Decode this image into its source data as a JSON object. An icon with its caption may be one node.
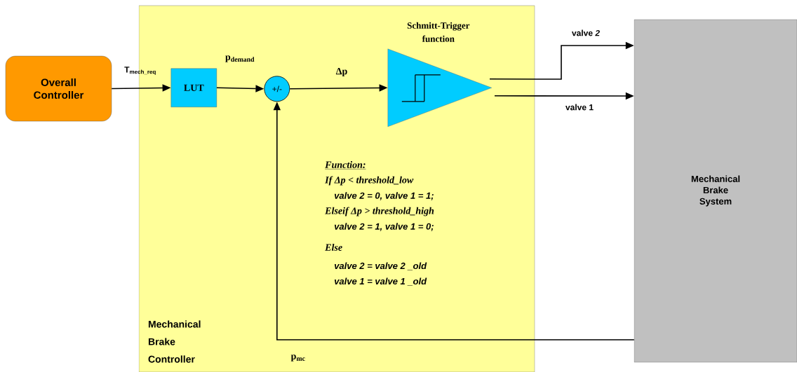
{
  "diagram": {
    "nodes": [
      {
        "text": [
          "Overall Controller"
        ]
      },
      {
        "text": [
          "Mechanical Brake Controller"
        ]
      },
      {
        "text": [
          "LUT"
        ],
        "in": 1
      },
      {
        "text": [
          "+/-"
        ],
        "in": 1
      },
      {
        "text": [
          "Schmitt-Trigger function"
        ],
        "in": 1
      },
      {
        "text": [
          "Mechanical Brake System"
        ]
      }
    ],
    "edges": [
      {
        "from": 0,
        "to": 2,
        "arrow": "to",
        "label": "T$_{mech_req}$"
      },
      {
        "from": 2,
        "to": 3,
        "arrow": "to",
        "label": "p$_{demand}$"
      },
      {
        "from": 3,
        "to": 4,
        "arrow": "to",
        "label": "Δp"
      },
      {
        "from": 4,
        "to": 5,
        "arrow": "to",
        "label": "valve *2*"
      },
      {
        "from": 4,
        "to": 5,
        "arrow": "to",
        "label": "valve 1"
      },
      {
        "from": 5,
        "to": 3,
        "arrow": "to",
        "label": "p$_{mc}$"
      }
    ],
    "labels": [
      "Function:",
      "If Δp < threshold_low",
      "valve 2 = 0, valve 1 = 1;",
      "Elseif Δp > threshold_high",
      "valve 2 = 1, valve 1 = 0;",
      "Else",
      "valve 2 = valve 2 _old",
      "valve 1 = valve 1 _old"
    ]
  }
}
